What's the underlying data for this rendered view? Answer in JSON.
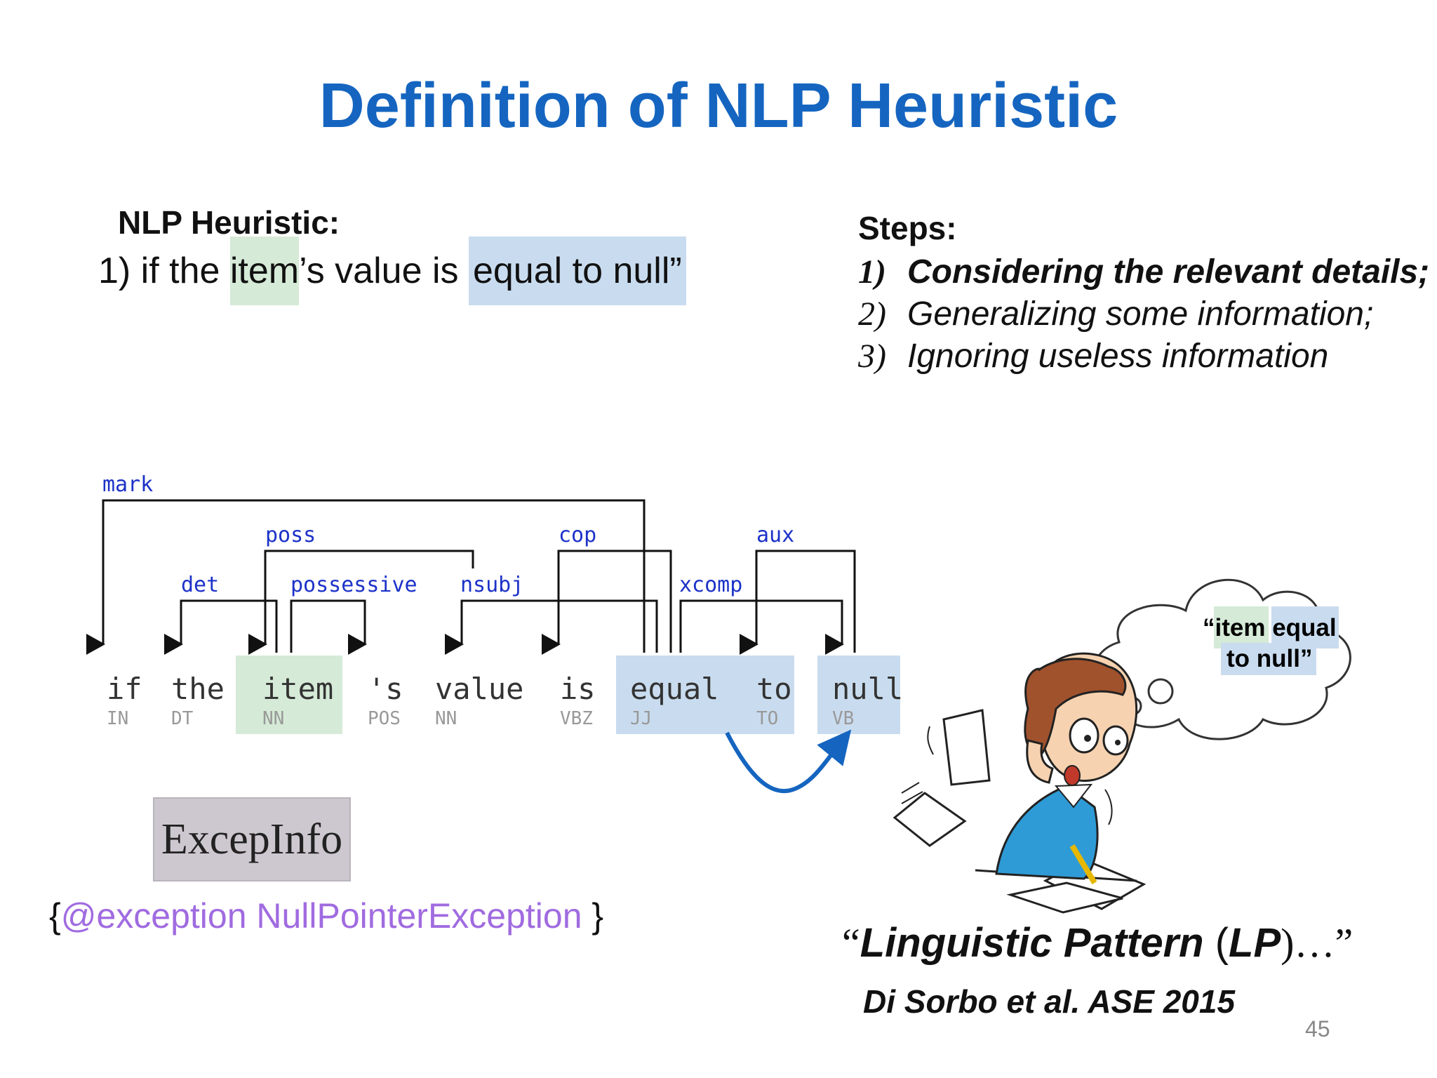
{
  "title": "Definition of NLP Heuristic",
  "heuristic": {
    "heading": "NLP Heuristic:",
    "prefix": "1) if the ",
    "item": "item",
    "middle": "’s value is ",
    "equal": "equal to null",
    "end": "”"
  },
  "steps": {
    "heading": "Steps:",
    "items": [
      {
        "num": "1)",
        "text": "Considering the relevant details;"
      },
      {
        "num": "2)",
        "text": "Generalizing some information;"
      },
      {
        "num": "3)",
        "text": "Ignoring useless information"
      }
    ]
  },
  "dependency": {
    "words": [
      {
        "text": "if",
        "tag": "IN"
      },
      {
        "text": "the",
        "tag": "DT"
      },
      {
        "text": "item",
        "tag": "NN"
      },
      {
        "text": "'s",
        "tag": "POS"
      },
      {
        "text": "value",
        "tag": "NN"
      },
      {
        "text": "is",
        "tag": "VBZ"
      },
      {
        "text": "equal",
        "tag": "JJ"
      },
      {
        "text": "to",
        "tag": "TO"
      },
      {
        "text": "null",
        "tag": "VB"
      }
    ],
    "labels": {
      "mark": "mark",
      "poss": "poss",
      "cop": "cop",
      "aux": "aux",
      "det": "det",
      "possessive": "possessive",
      "nsubj": "nsubj",
      "xcomp": "xcomp"
    },
    "colors": {
      "label": "#1c32c8",
      "green": "#d5ead7",
      "blue": "#c9dcef",
      "arrow": "#1565c0"
    }
  },
  "exception": {
    "box": "ExcepInfo",
    "open": "{",
    "tag": "@exception NullPointerException",
    "close": " }"
  },
  "thought": {
    "q_open": "“",
    "item": "item",
    "equal": " equal",
    "line2": "to null”"
  },
  "linguistic": {
    "open": "“",
    "label": "Linguistic Pattern",
    "open_paren": " (",
    "abbr": "LP",
    "close": ")…”"
  },
  "citation": "Di Sorbo et al. ASE 2015",
  "page_number": "45"
}
